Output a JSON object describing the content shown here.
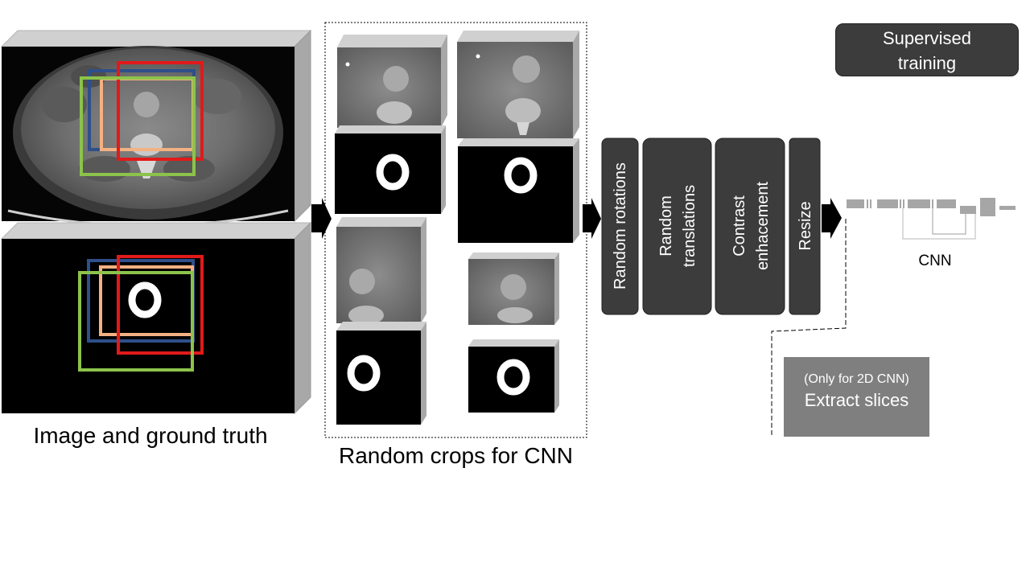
{
  "labels": {
    "image_gt": "Image and ground truth",
    "random_crops": "Random crops for CNN",
    "cnn": "CNN"
  },
  "supervised": {
    "line1": "Supervised",
    "line2": "training"
  },
  "augment_steps": [
    {
      "line1": "Random rotations",
      "line2": ""
    },
    {
      "line1": "Random",
      "line2": "translations"
    },
    {
      "line1": "Contrast",
      "line2": "enhacement"
    },
    {
      "line1": "Resize",
      "line2": ""
    }
  ],
  "extract": {
    "small": "(Only for 2D CNN)",
    "big": "Extract slices"
  },
  "colors": {
    "box_red": "#e11a1a",
    "box_blue": "#2e4f8a",
    "box_peach": "#f4b183",
    "box_green": "#8cc34a",
    "step_fill": "#3c3c3c",
    "cnn_layer": "#a6a6a6"
  }
}
